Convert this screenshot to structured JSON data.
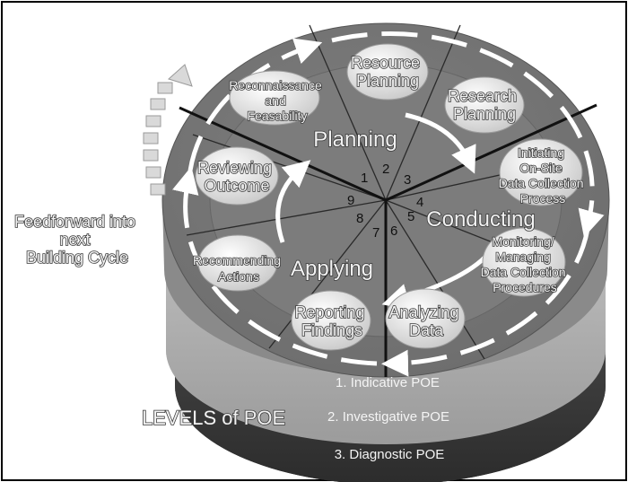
{
  "phases": {
    "planning": "Planning",
    "conducting": "Conducting",
    "applying": "Applying"
  },
  "steps": [
    {
      "num": "1",
      "lines": [
        "Reconnaissance",
        "and",
        "Feasability"
      ]
    },
    {
      "num": "2",
      "lines": [
        "Resource",
        "Planning"
      ]
    },
    {
      "num": "3",
      "lines": [
        "Research",
        "Planning"
      ]
    },
    {
      "num": "4",
      "lines": [
        "Initiating",
        "On-Site",
        "Data Collection",
        "Process"
      ]
    },
    {
      "num": "5",
      "lines": [
        "Monitoring/",
        "Managing",
        "Data Collection",
        "Procedures"
      ]
    },
    {
      "num": "6",
      "lines": [
        "Analyzing",
        "Data"
      ]
    },
    {
      "num": "7",
      "lines": [
        "Reporting",
        "Findings"
      ]
    },
    {
      "num": "8",
      "lines": [
        "Recommending",
        "Actions"
      ]
    },
    {
      "num": "9",
      "lines": [
        "Reviewing",
        "Outcome"
      ]
    }
  ],
  "feedforward": [
    "Feedforward into",
    "next",
    "Building Cycle"
  ],
  "levels_title": "LEVELS of POE",
  "levels": [
    "1. Indicative POE",
    "2. Investigative POE",
    "3. Diagnostic POE"
  ]
}
